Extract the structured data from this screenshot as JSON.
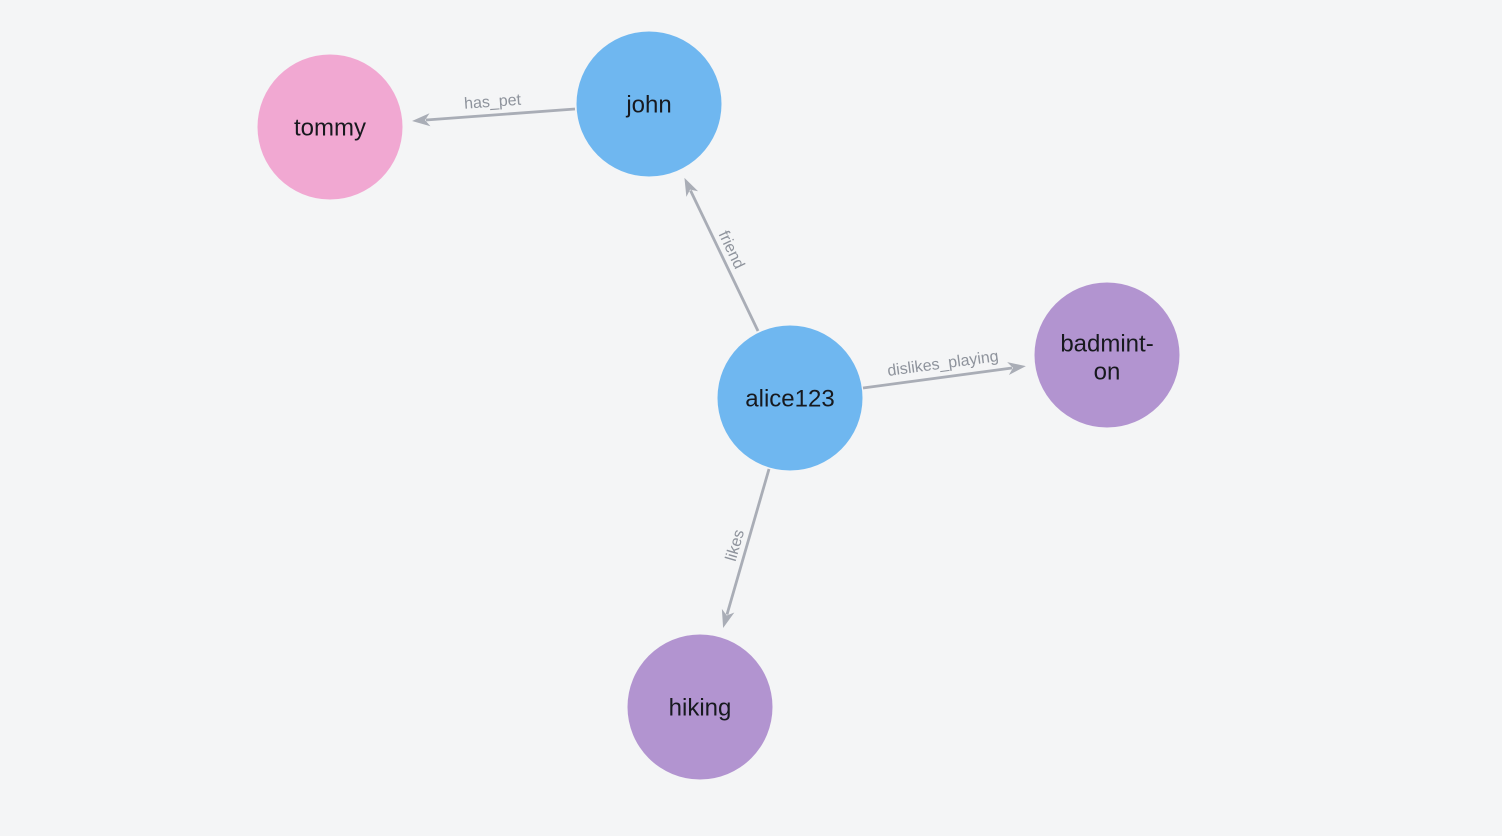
{
  "canvas": {
    "background": "#F4F5F6"
  },
  "palette": {
    "person_node": "#6FB7F0",
    "pet_node": "#F1A8D2",
    "activity_node": "#B294D0",
    "node_label": "#17191E",
    "edge_line": "#A9ADB6",
    "edge_label": "#8E939C"
  },
  "graph": {
    "nodes": [
      {
        "id": "tommy",
        "label": "tommy",
        "category": "pet"
      },
      {
        "id": "john",
        "label": "john",
        "category": "person"
      },
      {
        "id": "alice123",
        "label": "alice123",
        "category": "person"
      },
      {
        "id": "badminton",
        "label": "badminton",
        "category": "activity",
        "display_lines": [
          "badmint-",
          "on"
        ]
      },
      {
        "id": "hiking",
        "label": "hiking",
        "category": "activity"
      }
    ],
    "edges": [
      {
        "from": "john",
        "to": "tommy",
        "label": "has_pet"
      },
      {
        "from": "alice123",
        "to": "john",
        "label": "friend"
      },
      {
        "from": "alice123",
        "to": "badminton",
        "label": "dislikes_playing"
      },
      {
        "from": "alice123",
        "to": "hiking",
        "label": "likes"
      }
    ]
  }
}
